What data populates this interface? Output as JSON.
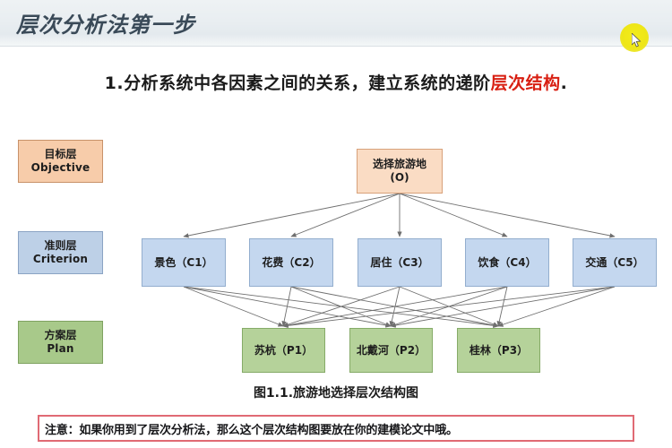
{
  "header": {
    "title": "层次分析法第一步"
  },
  "cursor": {
    "icon": "mouse-pointer-icon",
    "highlight_color": "#eee617"
  },
  "heading": {
    "prefix": "1.分析系统中各因素之间的关系，建立系统的递阶",
    "highlight": "层次结构",
    "suffix": ".",
    "highlight_color": "#d81f12"
  },
  "legend": [
    {
      "cn": "目标层",
      "en": "Objective",
      "color": "#f7ccaa"
    },
    {
      "cn": "准则层",
      "en": "Criterion",
      "color": "#bdd0e7"
    },
    {
      "cn": "方案层",
      "en": "Plan",
      "color": "#a8c98a"
    }
  ],
  "diagram": {
    "goal": {
      "cn": "选择旅游地",
      "code": "(O)",
      "color": "#fadcc4"
    },
    "criteria": [
      {
        "label": "景色（C1）",
        "color": "#c4d7ef"
      },
      {
        "label": "花费（C2）",
        "color": "#c4d7ef"
      },
      {
        "label": "居住（C3）",
        "color": "#c4d7ef"
      },
      {
        "label": "饮食（C4）",
        "color": "#c4d7ef"
      },
      {
        "label": "交通（C5）",
        "color": "#c4d7ef"
      }
    ],
    "plans": [
      {
        "label": "苏杭（P1）",
        "color": "#b5d29a"
      },
      {
        "label": "北戴河（P2）",
        "color": "#b5d29a"
      },
      {
        "label": "桂林（P3）",
        "color": "#b5d29a"
      }
    ],
    "edge_color": "#6f6f6f"
  },
  "caption": "图1.1.旅游地选择层次结构图",
  "note": {
    "text": "注意：如果你用到了层次分析法，那么这个层次结构图要放在你的建模论文中哦。",
    "border_color": "#e06a74"
  }
}
